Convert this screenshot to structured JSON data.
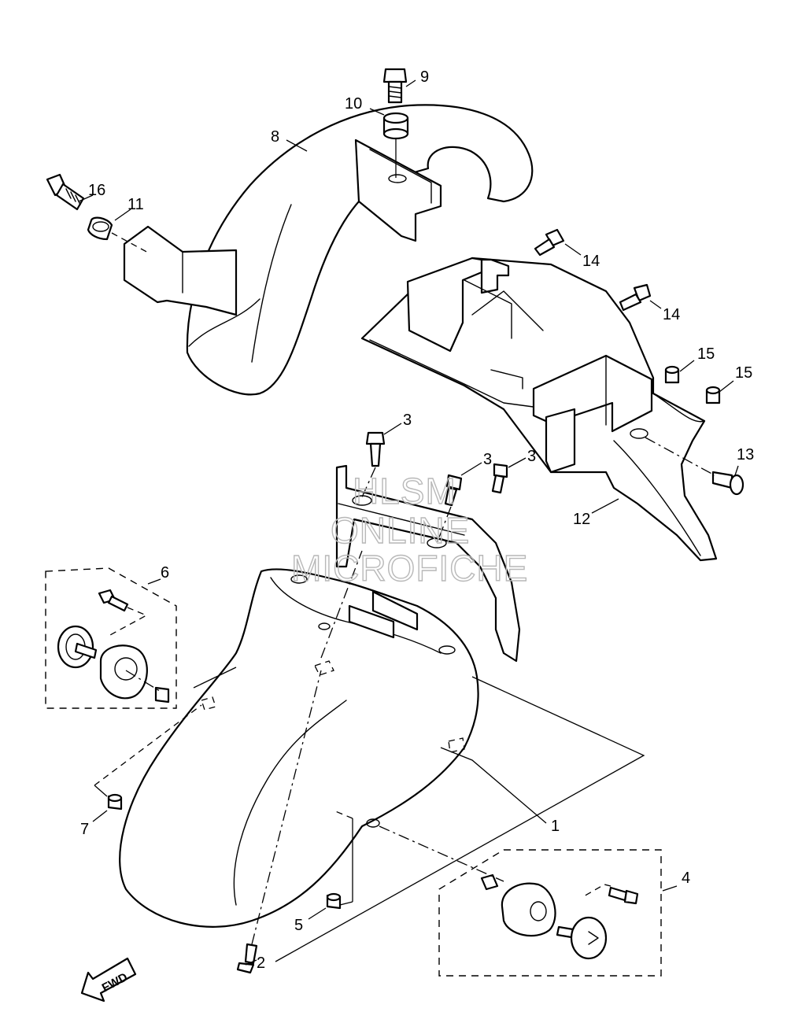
{
  "callouts": {
    "c1": "1",
    "c2": "2",
    "c3a": "3",
    "c3b": "3",
    "c3c": "3",
    "c4": "4",
    "c5": "5",
    "c6": "6",
    "c7": "7",
    "c8": "8",
    "c9": "9",
    "c10": "10",
    "c11": "11",
    "c12": "12",
    "c13": "13",
    "c14a": "14",
    "c14b": "14",
    "c15a": "15",
    "c15b": "15",
    "c16": "16"
  },
  "watermark": {
    "line1": "HLSM",
    "line2": "ONLINE",
    "line3": "MICROFICHE"
  },
  "direction_badge": "FWD",
  "colors": {
    "line": "#000000",
    "background": "#ffffff",
    "watermark": "#b8b8b8"
  }
}
